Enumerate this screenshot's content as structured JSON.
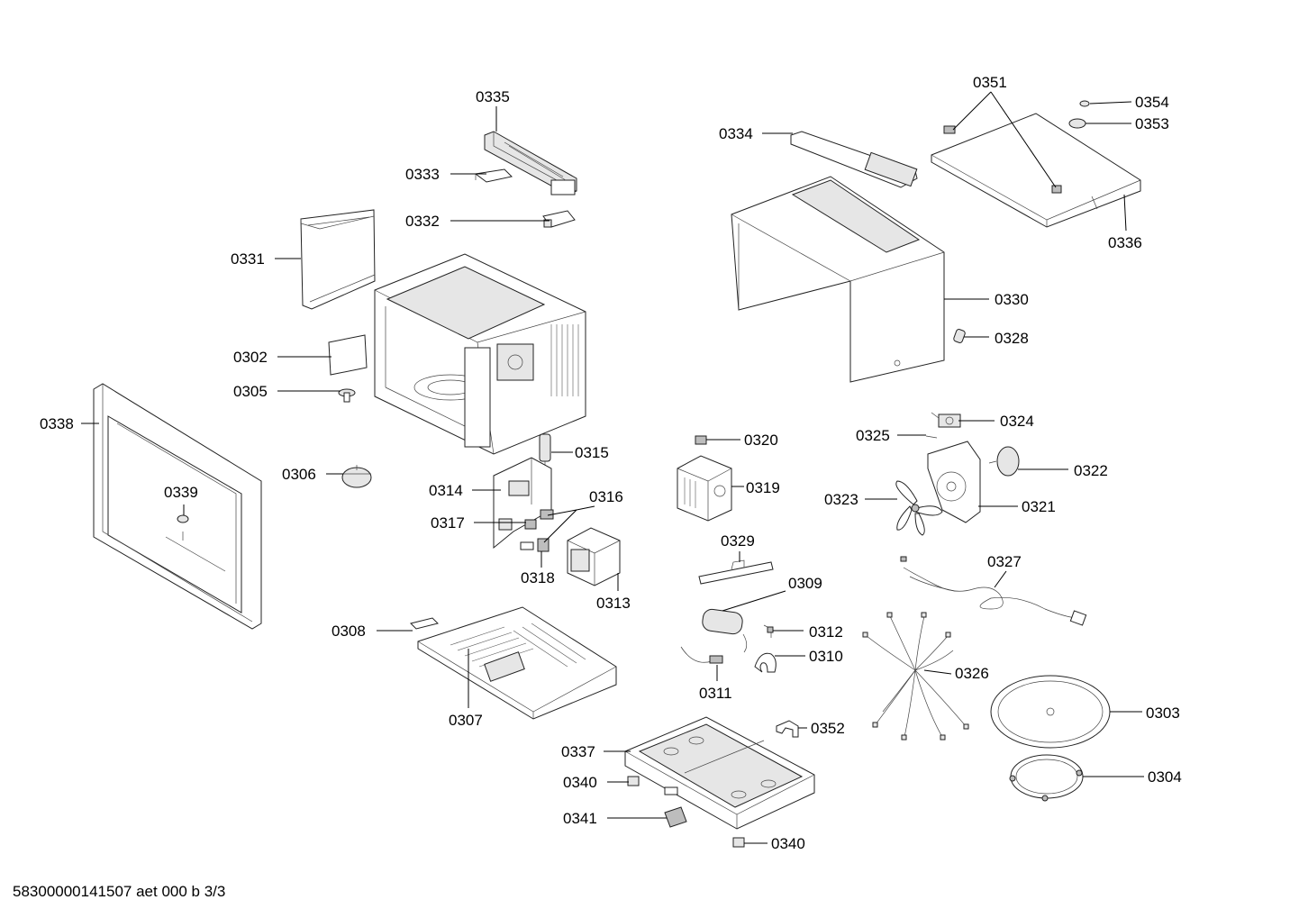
{
  "callouts": {
    "c0302": "0302",
    "c0303": "0303",
    "c0304": "0304",
    "c0305": "0305",
    "c0306": "0306",
    "c0307": "0307",
    "c0308": "0308",
    "c0309": "0309",
    "c0310": "0310",
    "c0311": "0311",
    "c0312": "0312",
    "c0313": "0313",
    "c0314": "0314",
    "c0315": "0315",
    "c0316": "0316",
    "c0317": "0317",
    "c0318": "0318",
    "c0319": "0319",
    "c0320": "0320",
    "c0321": "0321",
    "c0322": "0322",
    "c0323": "0323",
    "c0324": "0324",
    "c0325": "0325",
    "c0326": "0326",
    "c0327": "0327",
    "c0328": "0328",
    "c0329": "0329",
    "c0330": "0330",
    "c0331": "0331",
    "c0332": "0332",
    "c0333": "0333",
    "c0334": "0334",
    "c0335": "0335",
    "c0336": "0336",
    "c0337": "0337",
    "c0338": "0338",
    "c0339": "0339",
    "c0340a": "0340",
    "c0340b": "0340",
    "c0341": "0341",
    "c0351": "0351",
    "c0352": "0352",
    "c0353": "0353",
    "c0354": "0354"
  },
  "footer": {
    "doc_id": "58300000141507 aet 000 b 3/3"
  }
}
